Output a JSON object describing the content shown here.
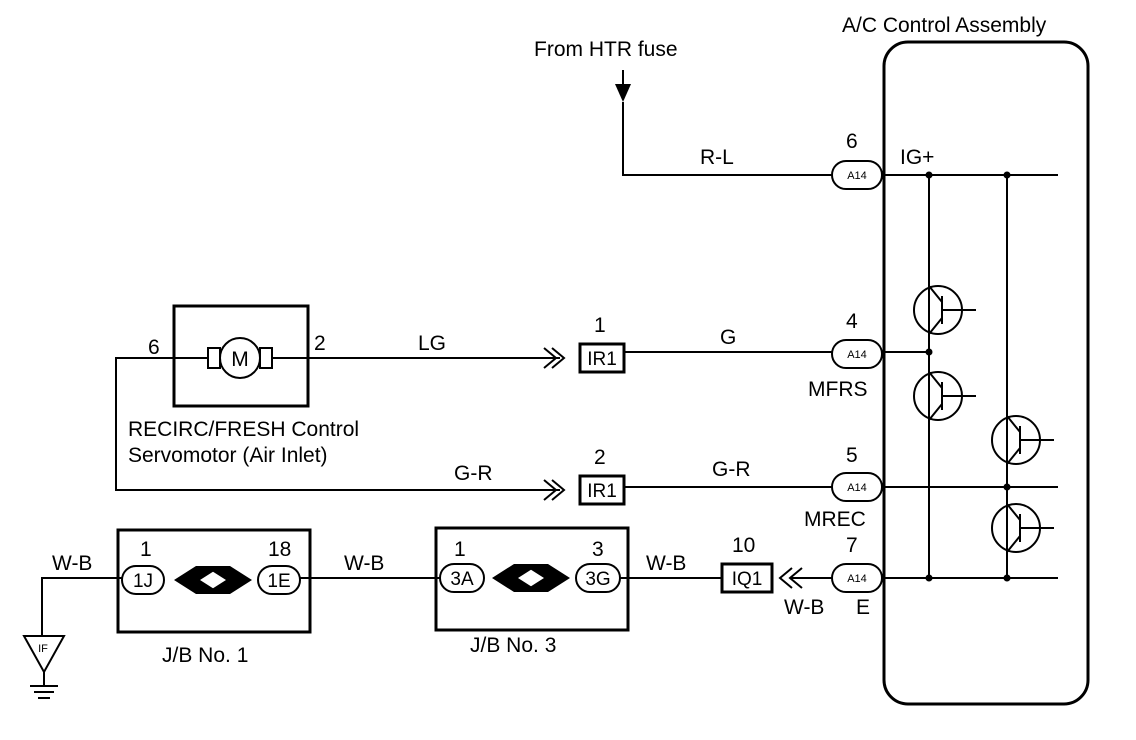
{
  "title": "A/C Control Assembly",
  "source": "From HTR fuse",
  "wires": {
    "rl": "R-L",
    "lg": "LG",
    "g": "G",
    "gr_left": "G-R",
    "gr_right": "G-R",
    "wb_ground": "W-B",
    "wb_jb1_jb3": "W-B",
    "wb_jb3_iq1": "W-B",
    "wb_iq1_a14": "W-B"
  },
  "assembly_pins": {
    "pin6": {
      "num": "6",
      "conn": "A14",
      "signal": "IG+"
    },
    "pin4": {
      "num": "4",
      "conn": "A14",
      "signal": "MFRS"
    },
    "pin5": {
      "num": "5",
      "conn": "A14",
      "signal": "MREC"
    },
    "pin7": {
      "num": "7",
      "conn": "A14",
      "signal": "E"
    }
  },
  "motor": {
    "symbol": "M",
    "pin_left": "6",
    "pin_right": "2",
    "name_line1": "RECIRC/FRESH Control",
    "name_line2": "Servomotor (Air Inlet)"
  },
  "connectors": {
    "ir1_top": {
      "num": "1",
      "label": "IR1"
    },
    "ir1_bottom": {
      "num": "2",
      "label": "IR1"
    },
    "iq1": {
      "num": "10",
      "label": "IQ1"
    }
  },
  "jb1": {
    "name": "J/B No. 1",
    "left_num": "1",
    "left_label": "1J",
    "right_num": "18",
    "right_label": "1E"
  },
  "jb3": {
    "name": "J/B No. 3",
    "left_num": "1",
    "left_label": "3A",
    "right_num": "3",
    "right_label": "3G"
  },
  "ground": {
    "label": "IF"
  }
}
